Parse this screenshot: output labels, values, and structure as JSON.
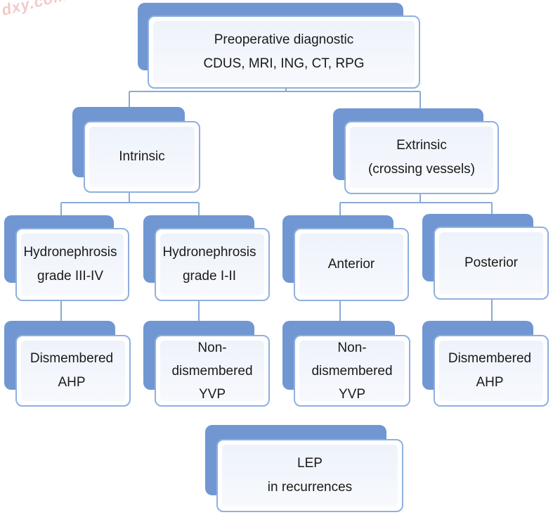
{
  "watermark": "dxy.com",
  "colors": {
    "shadow": "#7197d2",
    "border": "#8fb0e0",
    "line": "#8aa9d6",
    "text": "#1a1a1a"
  },
  "nodes": {
    "root": {
      "lines": [
        "Preoperative diagnostic",
        "CDUS, MRI, ING, CT, RPG"
      ]
    },
    "intrinsic": {
      "lines": [
        "Intrinsic"
      ]
    },
    "extrinsic": {
      "lines": [
        "Extrinsic",
        "(crossing vessels)"
      ]
    },
    "hydro_high": {
      "lines": [
        "Hydronephrosis",
        "grade III-IV"
      ]
    },
    "hydro_low": {
      "lines": [
        "Hydronephrosis",
        "grade I-II"
      ]
    },
    "anterior": {
      "lines": [
        "Anterior"
      ]
    },
    "posterior": {
      "lines": [
        "Posterior"
      ]
    },
    "dismembered_ahp_1": {
      "lines": [
        "Dismembered",
        "AHP"
      ]
    },
    "non_dismembered_yvp_1": {
      "lines": [
        "Non-",
        "dismembered",
        "YVP"
      ]
    },
    "non_dismembered_yvp_2": {
      "lines": [
        "Non-",
        "dismembered",
        "YVP"
      ]
    },
    "dismembered_ahp_2": {
      "lines": [
        "Dismembered",
        "AHP"
      ]
    },
    "lep": {
      "lines": [
        "LEP",
        "in recurrences"
      ]
    }
  }
}
